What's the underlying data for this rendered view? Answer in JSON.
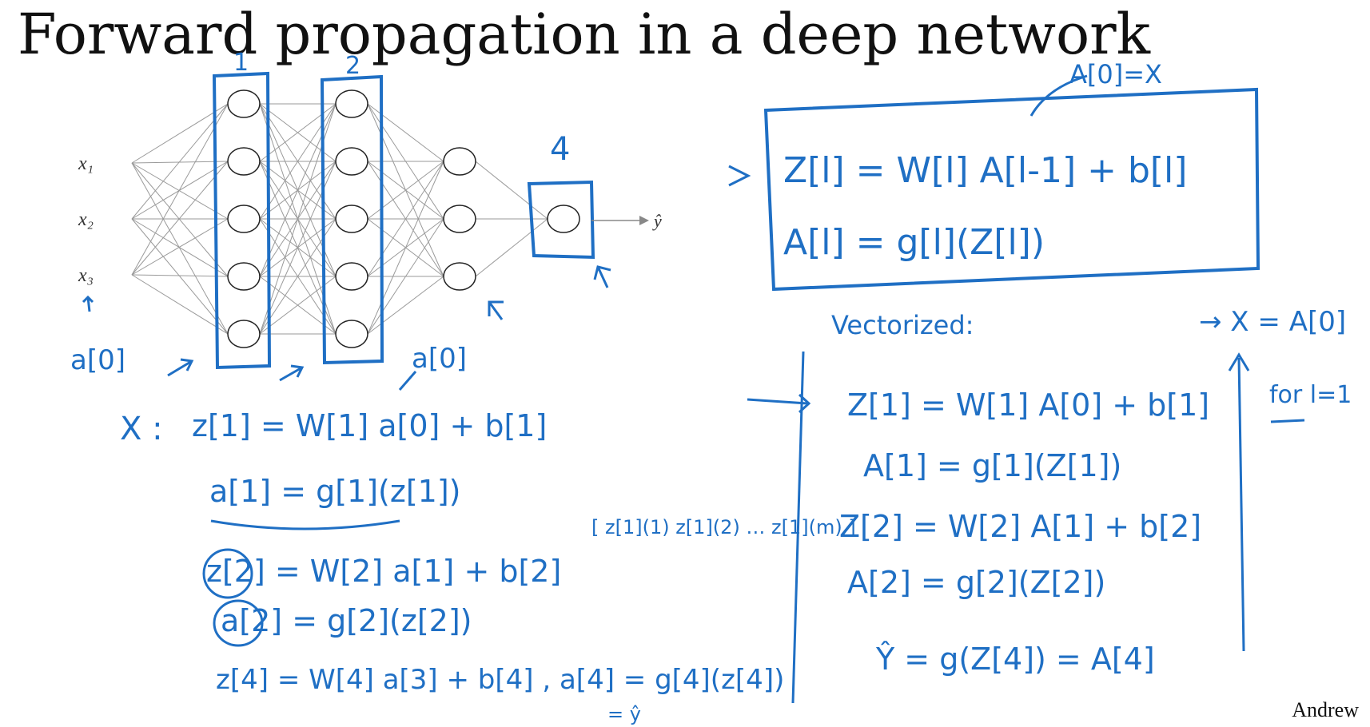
{
  "title": "Forward propagation in a deep network",
  "footer": "Andrew",
  "network": {
    "inputs": [
      "x₁",
      "x₂",
      "x₃"
    ],
    "output_label": "ŷ",
    "layer_sizes": [
      3,
      5,
      5,
      3,
      1
    ],
    "layer_number_labels": [
      "1",
      "2",
      "4"
    ],
    "input_annotation": "a[0]",
    "layer_annotation": "a[0]"
  },
  "general_box": {
    "top_note": "A[0]=X",
    "line1": "Z[l] = W[l] A[l-1] + b[l]",
    "line2": "A[l] = g[l](Z[l])"
  },
  "single_example": {
    "prefix": "X :",
    "lines": [
      "z[1] = W[1] a[0] + b[1]",
      "a[1] = g[1](z[1])",
      "z[2] = W[2] a[1] + b[2]",
      "a[2] = g[2](z[2])",
      "z[4] = W[4] a[3] + b[4] ,  a[4] = g[4](z[4])",
      "= ŷ"
    ]
  },
  "matrix_note": "[ z[1](1)  z[1](2) … z[1](m) ]",
  "vectorized": {
    "heading": "Vectorized:",
    "right_note": "→ X = A[0]",
    "loop_note": "for l=1",
    "lines": [
      "Z[1] = W[1] A[0] + b[1]",
      "A[1] = g[1](Z[1])",
      "Z[2] = W[2] A[1] + b[2]",
      "A[2] = g[2](Z[2])",
      "Ŷ = g(Z[4]) = A[4]"
    ]
  }
}
